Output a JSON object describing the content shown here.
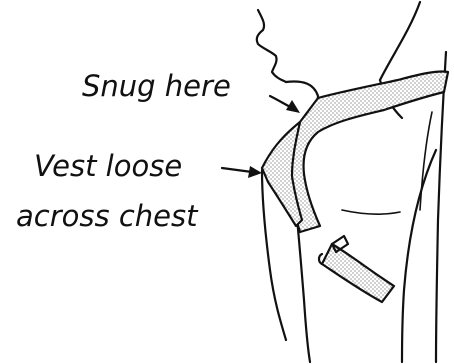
{
  "labels": {
    "snug": "Snug here",
    "vest_line1": "Vest loose",
    "vest_line2": "across chest"
  },
  "colors": {
    "ink": "#111111",
    "background": "#ffffff",
    "stipple_dot": "#222222"
  }
}
